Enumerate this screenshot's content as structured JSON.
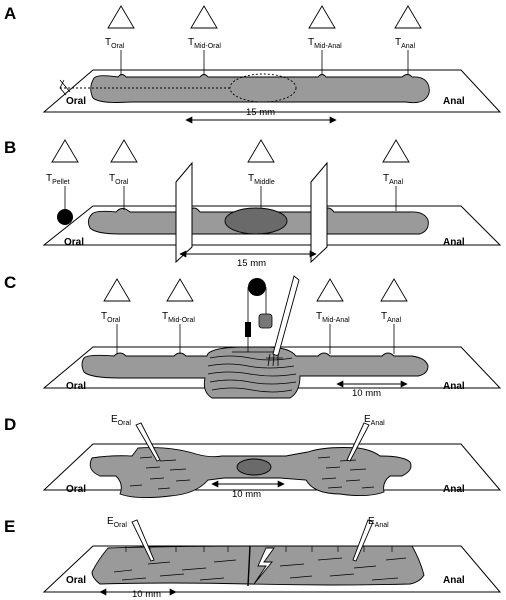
{
  "panels": [
    {
      "letter": "A",
      "oral": "Oral",
      "anal": "Anal",
      "scale": "15 mm",
      "transducers": [
        {
          "main": "T",
          "sub": "Oral"
        },
        {
          "main": "T",
          "sub": "Mid-Oral"
        },
        {
          "main": "T",
          "sub": "Mid-Anal"
        },
        {
          "main": "T",
          "sub": "Anal"
        }
      ]
    },
    {
      "letter": "B",
      "oral": "Oral",
      "anal": "Anal",
      "scale": "15 mm",
      "transducers": [
        {
          "main": "T",
          "sub": "Pellet"
        },
        {
          "main": "T",
          "sub": "Oral"
        },
        {
          "main": "T",
          "sub": "Middle"
        },
        {
          "main": "T",
          "sub": "Anal"
        }
      ]
    },
    {
      "letter": "C",
      "oral": "Oral",
      "anal": "Anal",
      "scale": "10 mm",
      "transducers": [
        {
          "main": "T",
          "sub": "Oral"
        },
        {
          "main": "T",
          "sub": "Mid-Oral"
        },
        {
          "main": "T",
          "sub": "Mid-Anal"
        },
        {
          "main": "T",
          "sub": "Anal"
        }
      ]
    },
    {
      "letter": "D",
      "oral": "Oral",
      "anal": "Anal",
      "scale": "10 mm",
      "electrodes": [
        {
          "main": "E",
          "sub": "Oral"
        },
        {
          "main": "E",
          "sub": "Anal"
        }
      ]
    },
    {
      "letter": "E",
      "oral": "Oral",
      "anal": "Anal",
      "scale": "10 mm",
      "electrodes": [
        {
          "main": "E",
          "sub": "Oral"
        },
        {
          "main": "E",
          "sub": "Anal"
        }
      ]
    }
  ]
}
